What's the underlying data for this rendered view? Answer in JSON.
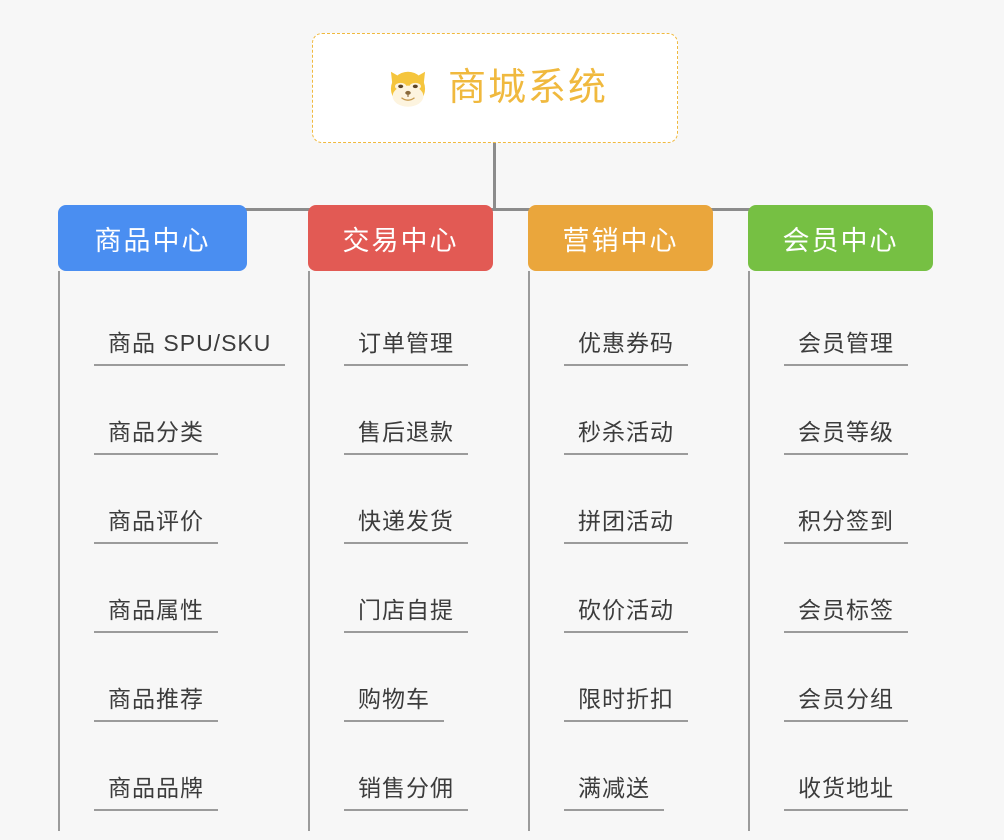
{
  "root": {
    "title": "商城系统",
    "icon": "shiba-dog-emoji",
    "border_color": "#f0b93e",
    "text_color": "#f0b93e",
    "background": "#ffffff"
  },
  "canvas": {
    "background": "#f7f7f7",
    "connector_color": "#8c8c8c",
    "leaf_line_color": "#9b9b9b",
    "leaf_text_color": "#3c3c3c"
  },
  "categories": [
    {
      "label": "商品中心",
      "color": "#4a8ef1",
      "items": [
        "商品 SPU/SKU",
        "商品分类",
        "商品评价",
        "商品属性",
        "商品推荐",
        "商品品牌"
      ]
    },
    {
      "label": "交易中心",
      "color": "#e25a54",
      "items": [
        "订单管理",
        "售后退款",
        "快递发货",
        "门店自提",
        "购物车",
        "销售分佣"
      ]
    },
    {
      "label": "营销中心",
      "color": "#eaa63c",
      "items": [
        "优惠券码",
        "秒杀活动",
        "拼团活动",
        "砍价活动",
        "限时折扣",
        "满减送"
      ]
    },
    {
      "label": "会员中心",
      "color": "#76c043",
      "items": [
        "会员管理",
        "会员等级",
        "积分签到",
        "会员标签",
        "会员分组",
        "收货地址"
      ]
    }
  ]
}
